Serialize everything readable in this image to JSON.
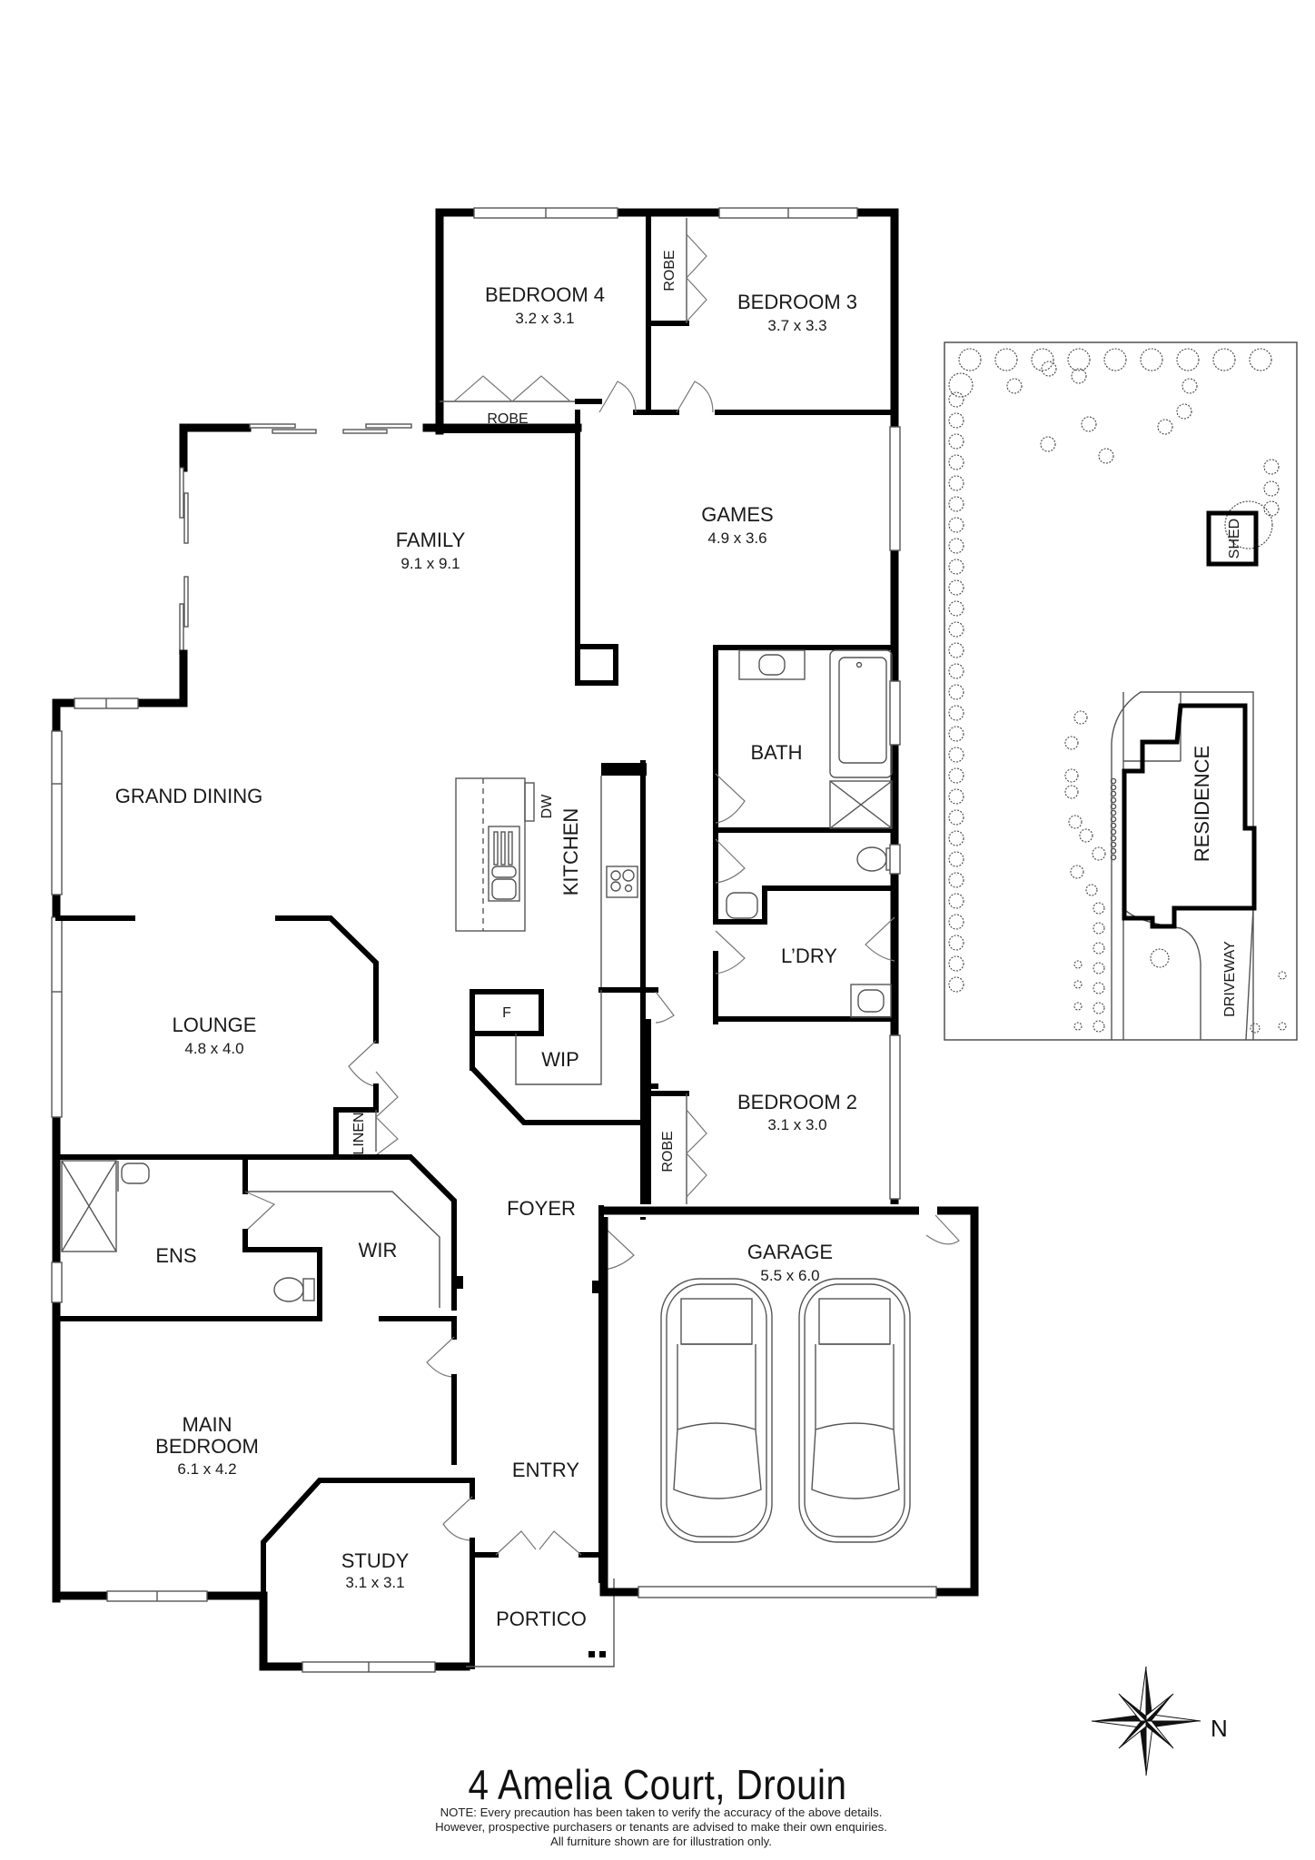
{
  "title": "4 Amelia Court, Drouin",
  "rooms": {
    "bedroom4": {
      "name": "BEDROOM 4",
      "dims": "3.2 x 3.1"
    },
    "bedroom3": {
      "name": "BEDROOM 3",
      "dims": "3.7 x 3.3"
    },
    "robe_b3": {
      "name": "ROBE"
    },
    "robe_b4": {
      "name": "ROBE"
    },
    "family": {
      "name": "FAMILY",
      "dims": "9.1 x 9.1"
    },
    "games": {
      "name": "GAMES",
      "dims": "4.9 x 3.6"
    },
    "grand_dining": {
      "name": "GRAND DINING"
    },
    "kitchen": {
      "name": "KITCHEN"
    },
    "dw": {
      "name": "DW"
    },
    "bath": {
      "name": "BATH"
    },
    "laundry": {
      "name": "L’DRY"
    },
    "lounge": {
      "name": "LOUNGE",
      "dims": "4.8 x 4.0"
    },
    "fridge": {
      "name": "F"
    },
    "wip": {
      "name": "WIP"
    },
    "linen": {
      "name": "LINEN"
    },
    "bedroom2": {
      "name": "BEDROOM 2",
      "dims": "3.1 x 3.0"
    },
    "robe_b2": {
      "name": "ROBE"
    },
    "ens": {
      "name": "ENS"
    },
    "wir": {
      "name": "WIR"
    },
    "foyer": {
      "name": "FOYER"
    },
    "garage": {
      "name": "GARAGE",
      "dims": "5.5 x 6.0"
    },
    "main_bedroom": {
      "name_line1": "MAIN",
      "name_line2": "BEDROOM",
      "dims": "6.1 x 4.2"
    },
    "entry": {
      "name": "ENTRY"
    },
    "study": {
      "name": "STUDY",
      "dims": "3.1 x 3.1"
    },
    "portico": {
      "name": "PORTICO"
    }
  },
  "site_plan": {
    "shed": "SHED",
    "residence": "RESIDENCE",
    "driveway": "DRIVEWAY"
  },
  "compass": {
    "north_label": "N"
  },
  "note": {
    "line1": "NOTE: Every precaution has been taken to verify the accuracy of the above details.",
    "line2": "However, prospective purchasers or tenants are advised to make their own enquiries.",
    "line3": "All furniture shown are for illustration only."
  }
}
